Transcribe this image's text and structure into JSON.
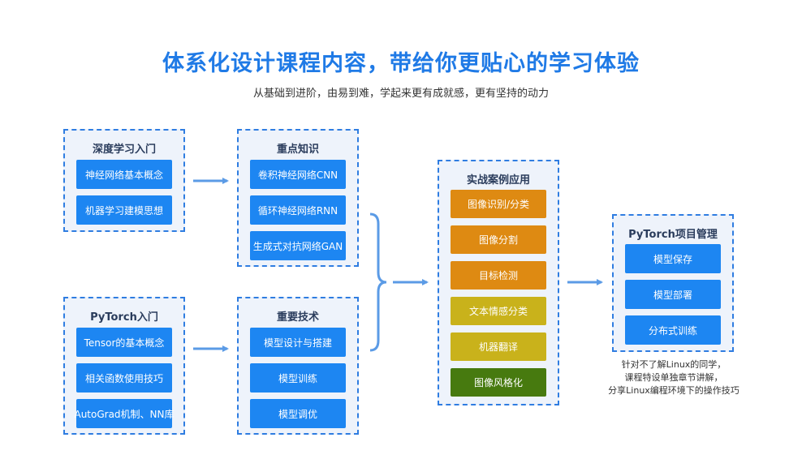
{
  "header": {
    "title": "体系化设计课程内容，带给你更贴心的学习体验",
    "subtitle": "从基础到进阶，由易到难，学起来更有成就感，更有坚持的动力"
  },
  "groups": {
    "deep_learning_intro": {
      "title": "深度学习入门",
      "items": [
        "神经网络基本概念",
        "机器学习建模思想"
      ]
    },
    "pytorch_intro": {
      "title": "PyTorch入门",
      "items": [
        "Tensor的基本概念",
        "相关函数使用技巧",
        "AutoGrad机制、NN库"
      ]
    },
    "key_knowledge": {
      "title": "重点知识",
      "items": [
        "卷积神经网络CNN",
        "循环神经网络RNN",
        "生成式对抗网络GAN"
      ]
    },
    "key_techniques": {
      "title": "重要技术",
      "items": [
        "模型设计与搭建",
        "模型训练",
        "模型调优"
      ]
    },
    "practical_cases": {
      "title": "实战案例应用",
      "items": [
        "图像识别/分类",
        "图像分割",
        "目标检测",
        "文本情感分类",
        "机器翻译",
        "图像风格化"
      ],
      "colors": [
        "#de8a12",
        "#de8a12",
        "#de8a12",
        "#c9b21b",
        "#c9b21b",
        "#477a0f"
      ]
    },
    "pytorch_project": {
      "title": "PyTorch项目管理",
      "items": [
        "模型保存",
        "模型部署",
        "分布式训练"
      ]
    }
  },
  "note": {
    "lines": [
      "针对不了解Linux的同学，",
      "课程特设单独章节讲解，",
      "分享Linux编程环境下的操作技巧"
    ]
  },
  "colors": {
    "title": "#1f7ae6",
    "box_blue": "#1d86f2",
    "group_border": "#2f7de1",
    "group_bg": "#eef3fb",
    "arrow": "#5b9be6"
  }
}
